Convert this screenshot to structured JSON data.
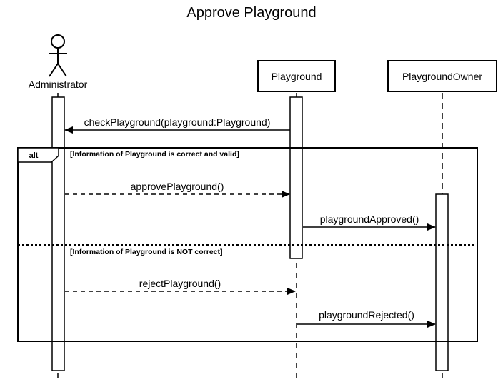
{
  "diagram": {
    "title": "Approve Playground",
    "participants": {
      "actor": "Administrator",
      "playground": "Playground",
      "owner": "PlaygroundOwner"
    },
    "messages": {
      "check": "checkPlayground(playground:Playground)",
      "approve": "approvePlayground()",
      "approved": "playgroundApproved()",
      "reject": "rejectPlayground()",
      "rejected": "playgroundRejected()"
    },
    "fragment": {
      "operator": "alt",
      "guard1": "[Information of Playground is correct and valid]",
      "guard2": "[Information of Playground is NOT correct]"
    }
  }
}
